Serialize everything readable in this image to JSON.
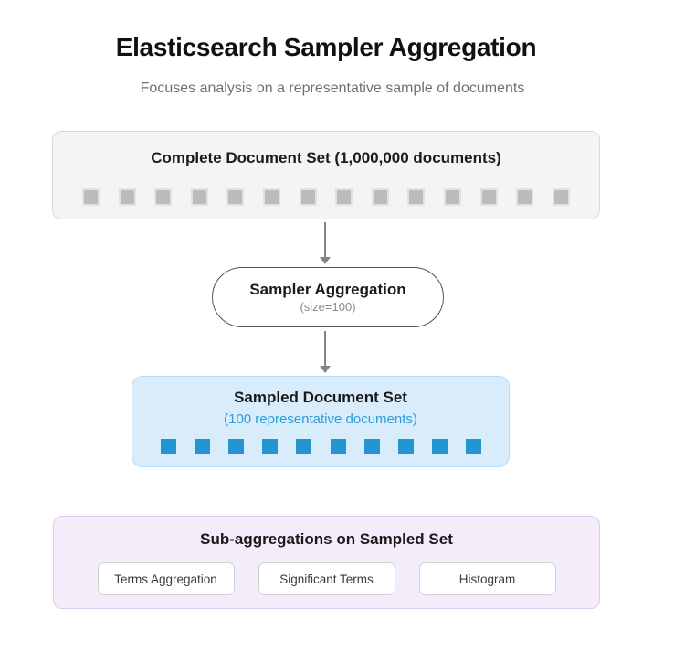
{
  "diagram": {
    "title": "Elasticsearch Sampler Aggregation",
    "subtitle": "Focuses analysis on a representative sample of documents",
    "complete_set": {
      "title": "Complete Document Set (1,000,000 documents)",
      "square_count": 14,
      "square_color": "#bcbcbc"
    },
    "sampler": {
      "title": "Sampler Aggregation",
      "subtitle": "(size=100)"
    },
    "sampled_set": {
      "title": "Sampled Document Set",
      "subtitle": "(100 representative documents)",
      "square_count": 10,
      "square_color": "#2196d3"
    },
    "sub_aggregations": {
      "title": "Sub-aggregations on Sampled Set",
      "buttons": [
        "Terms Aggregation",
        "Significant Terms",
        "Histogram"
      ]
    },
    "colors": {
      "complete_box_bg": "#f4f4f5",
      "complete_box_border": "#d9d9d9",
      "sampled_box_bg": "#d9ecfb",
      "sampled_box_border": "#b5dcf8",
      "sampled_subtitle_text": "#2b9ed8",
      "subagg_box_bg": "#f5ecfb",
      "subagg_box_border": "#ddcaef",
      "arrow": "#848484"
    }
  }
}
